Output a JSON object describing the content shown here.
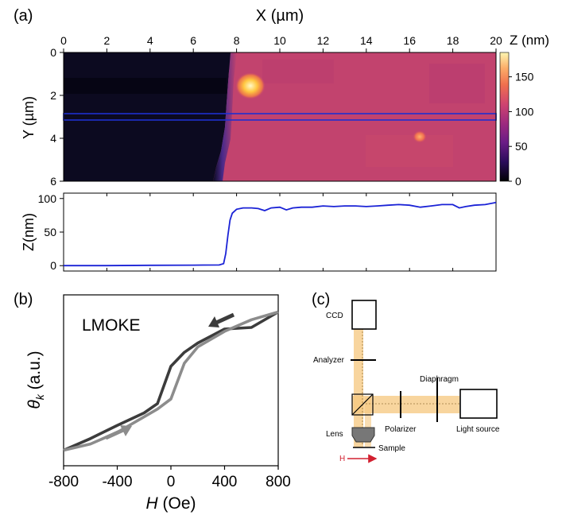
{
  "panel_labels": {
    "a": "(a)",
    "b": "(b)",
    "c": "(c)"
  },
  "chart_data": [
    {
      "type": "heatmap",
      "panel": "(a) top",
      "xlabel": "X (µm)",
      "ylabel": "Y (µm)",
      "xlim": [
        0,
        20
      ],
      "ylim": [
        6,
        0
      ],
      "xticks": [
        0,
        2,
        4,
        6,
        8,
        10,
        12,
        14,
        16,
        18,
        20
      ],
      "yticks": [
        0,
        2,
        4,
        6
      ],
      "colorbar": {
        "label": "Z (nm)",
        "ticks": [
          0,
          50,
          100,
          150
        ],
        "range": [
          0,
          185
        ]
      },
      "background_colors": {
        "film": "#c2436e",
        "substrate": "#0c0a20",
        "edge": "#6a3a9a"
      },
      "features": [
        {
          "name": "film edge",
          "x": 7.6,
          "z": 90
        },
        {
          "name": "bright particle",
          "x": 8.7,
          "y": 1.6,
          "z": 180
        },
        {
          "name": "small particle",
          "x": 16.5,
          "y": 3.9,
          "z": 130
        }
      ],
      "profile_band": {
        "y_top": 2.85,
        "y_bottom": 3.15,
        "color": "#1f2fd0"
      }
    },
    {
      "type": "line",
      "panel": "(a) bottom",
      "xlabel": "",
      "ylabel": "Z(nm)",
      "xlim": [
        0,
        20
      ],
      "ylim": [
        -8,
        108
      ],
      "yticks": [
        0,
        50,
        100
      ],
      "color": "#1a22d6",
      "x": [
        0,
        2,
        4,
        6,
        7.2,
        7.4,
        7.5,
        7.6,
        7.7,
        7.8,
        8.0,
        8.3,
        8.7,
        9.0,
        9.3,
        9.6,
        10.0,
        10.3,
        10.6,
        11.0,
        11.5,
        12.0,
        12.5,
        13.0,
        13.5,
        14.0,
        14.5,
        15.0,
        15.5,
        16.0,
        16.5,
        17.0,
        17.5,
        18.0,
        18.3,
        18.6,
        19.0,
        19.5,
        20.0
      ],
      "y": [
        0,
        0,
        0.5,
        0.8,
        1,
        3,
        18,
        45,
        68,
        78,
        84,
        86,
        86,
        85,
        82,
        86,
        87,
        83,
        86,
        87,
        87,
        89,
        88,
        89,
        89,
        88,
        89,
        90,
        91,
        90,
        87,
        89,
        91,
        91,
        86,
        88,
        90,
        91,
        94
      ]
    },
    {
      "type": "line",
      "panel": "(b)",
      "annotation": "LMOKE",
      "xlabel": "H (Oe)",
      "ylabel": "θk (a.u.)",
      "xlim": [
        -800,
        800
      ],
      "ylim": [
        -1.1,
        1.1
      ],
      "xticks": [
        -800,
        -400,
        0,
        400,
        800
      ],
      "series": [
        {
          "color": "#3c3c3c",
          "x": [
            -800,
            -600,
            -400,
            -200,
            -100,
            0,
            100,
            200,
            400,
            600,
            800
          ],
          "y": [
            -0.9,
            -0.75,
            -0.58,
            -0.42,
            -0.3,
            0.18,
            0.36,
            0.48,
            0.66,
            0.68,
            0.88
          ]
        },
        {
          "color": "#8c8c8c",
          "x": [
            -800,
            -600,
            -400,
            -200,
            -100,
            0,
            100,
            200,
            400,
            600,
            800
          ],
          "y": [
            -0.9,
            -0.82,
            -0.67,
            -0.47,
            -0.37,
            -0.24,
            0.22,
            0.43,
            0.63,
            0.78,
            0.88
          ]
        }
      ],
      "arrows": [
        {
          "direction": "decreasing",
          "color": "#3c3c3c"
        },
        {
          "direction": "increasing",
          "color": "#8c8c8c"
        }
      ]
    }
  ],
  "setup_diagram": {
    "labels": {
      "ccd": "CCD",
      "analyzer": "Analyzer",
      "diaphragm": "Diaphragm",
      "polarizer": "Polarizer",
      "light_source": "Light source",
      "lens": "Lens",
      "sample": "Sample",
      "field": "H"
    },
    "colors": {
      "beam": "#f5c77e",
      "field": "#d22030",
      "lens": "#777777"
    }
  }
}
